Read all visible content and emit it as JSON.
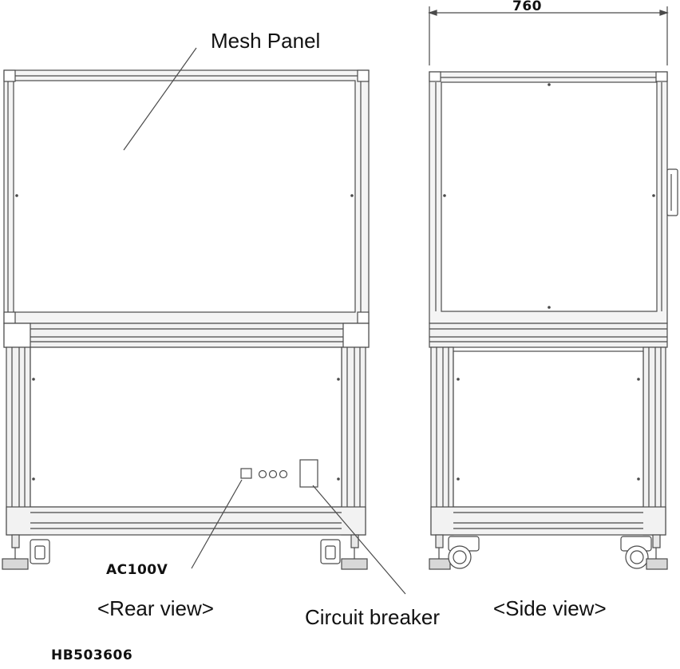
{
  "labels": {
    "mesh_panel": "Mesh Panel",
    "ac100v": "AC100V",
    "rear_view": "<Rear view>",
    "circuit_breaker": "Circuit breaker",
    "side_view": "<Side view>",
    "dimension": "760",
    "drawing_number": "HB503606"
  },
  "colors": {
    "line": "#4a4a4a",
    "frame_fill": "#f2f2f2",
    "text": "#111111"
  }
}
